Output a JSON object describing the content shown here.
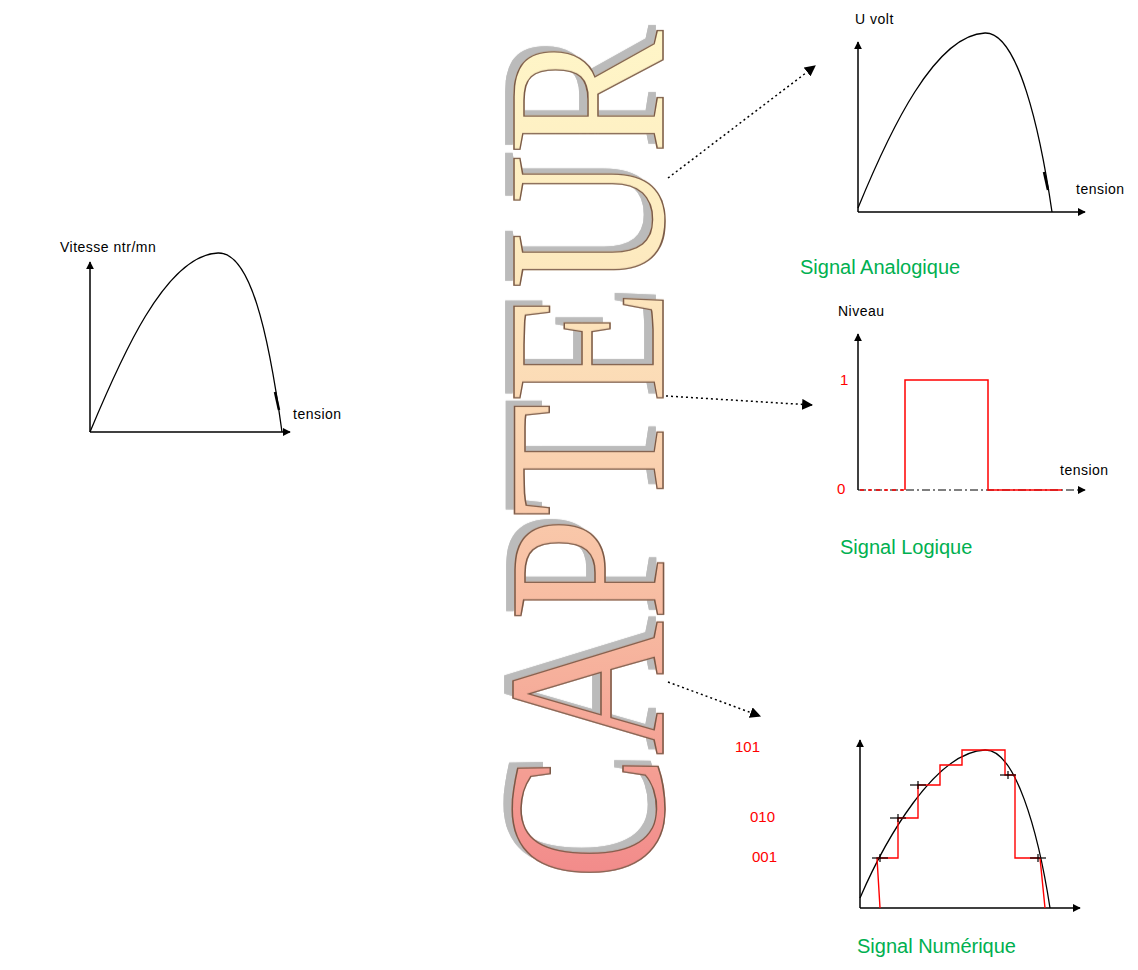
{
  "diagram": {
    "labels": [
      "Vitesse ntr/mn",
      "tension",
      "CAPTEUR",
      "U volt",
      "tension",
      "Signal Analogique",
      "Niveau",
      "1",
      "0",
      "tension",
      "Signal Logique",
      "101",
      "010",
      "001",
      "Signal Numérique"
    ]
  }
}
